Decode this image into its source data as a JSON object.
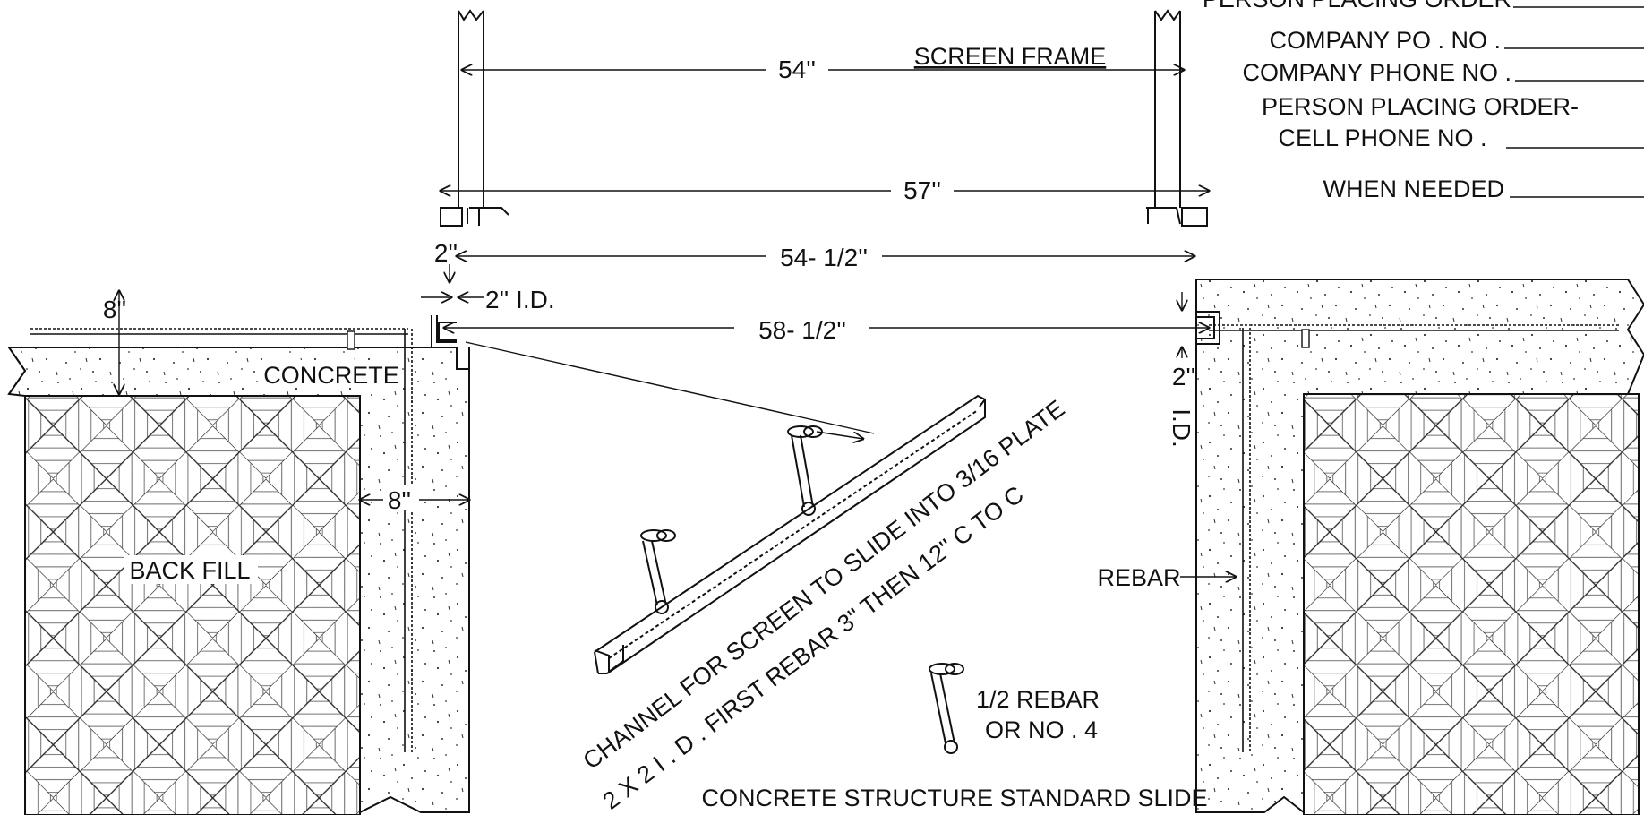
{
  "order_form": {
    "person_placing_order": "PERSON PLACING ORDER",
    "company_po_no": "COMPANY PO . NO .",
    "company_phone_no": "COMPANY PHONE NO .",
    "person_cell_line1": "PERSON PLACING ORDER-",
    "person_cell_line2": "CELL PHONE NO .",
    "when_needed": "WHEN NEEDED"
  },
  "dimensions": {
    "screen_width": "54''",
    "outer_width": "57''",
    "channel_gap": "54- 1/2''",
    "opening_width": "58- 1/2''",
    "edge_offset": "2''",
    "id_left": "2'' I.D.",
    "slab_thickness": "8''",
    "wall_thickness": "8''",
    "id_right_top": "2''",
    "id_right_bottom": "I.D."
  },
  "labels": {
    "screen_frame": "SCREEN FRAME",
    "concrete": "CONCRETE",
    "back_fill": "BACK FILL",
    "rebar": "REBAR",
    "rebar_note_line1": "1/2 REBAR",
    "rebar_note_line2": "OR NO . 4",
    "channel_note_line1": "CHANNEL FOR SCREEN TO SLIDE INTO 3/16 PLATE",
    "channel_note_line2": "2 X 2 I . D . FIRST REBAR 3'' THEN 12'' C TO C",
    "title": "CONCRETE STRUCTURE STANDARD SLIDE"
  },
  "colors": {
    "ink": "#111111",
    "paper": "#ffffff"
  }
}
